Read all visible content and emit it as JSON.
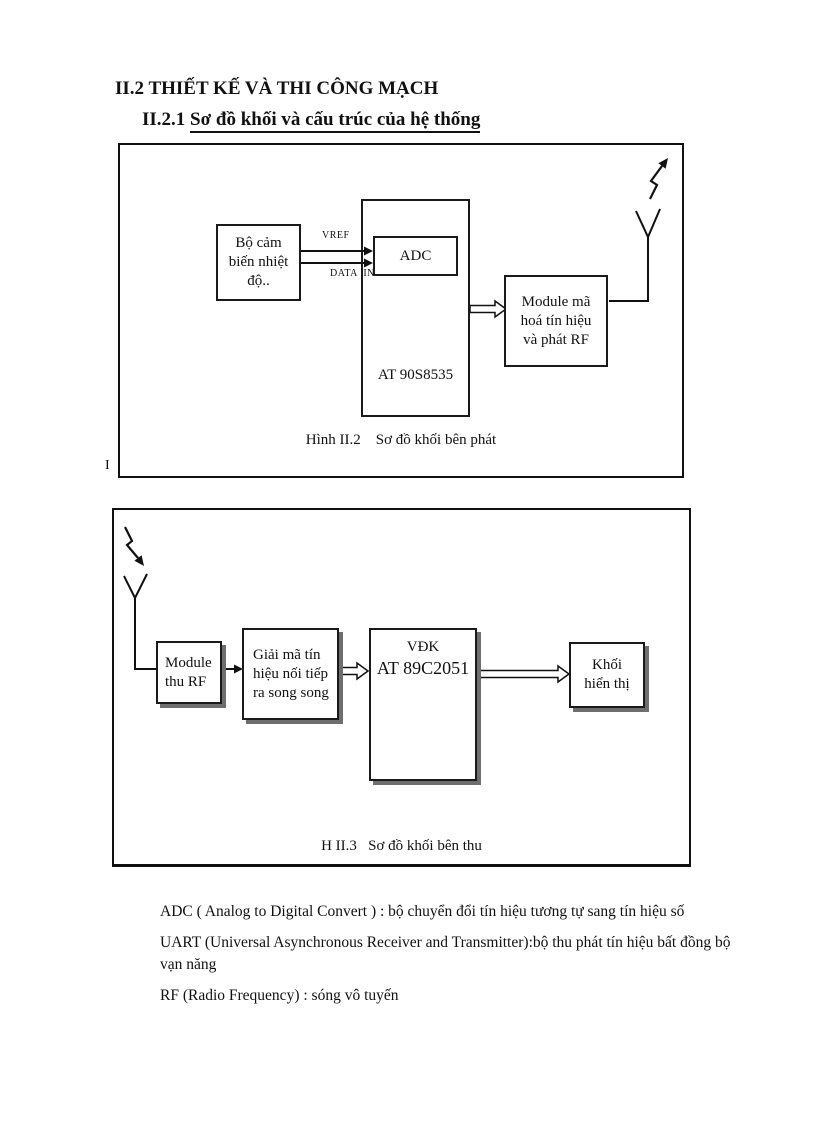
{
  "page": {
    "title": "II.2 THIẾT KẾ VÀ THI CÔNG MẠCH",
    "subtitle_number": "II.2.1 ",
    "subtitle_text": "Sơ đồ khối và cấu trúc của hệ thống",
    "stray_character": "I"
  },
  "transmitter_diagram": {
    "sensor_box": {
      "lines": [
        "Bộ cảm",
        "biến nhiệt",
        "độ.."
      ]
    },
    "vref_label": "VREF",
    "data_in_label": "DATA  IN",
    "adc_box": {
      "label": "ADC"
    },
    "mcu_box": {
      "label": "AT 90S8535"
    },
    "rf_module_box": {
      "lines": [
        "Module mã",
        "hoá tín hiệu",
        "và phát RF"
      ]
    },
    "caption": "Hình II.2    Sơ đồ khối bên phát"
  },
  "receiver_diagram": {
    "rx_module_box": {
      "lines": [
        "Module",
        "thu RF"
      ]
    },
    "decoder_box": {
      "lines": [
        "Giải mã tín",
        "hiệu nối tiếp",
        "ra song song"
      ]
    },
    "mcu_box": {
      "line1": "VĐK",
      "line2": "AT 89C2051"
    },
    "display_box": {
      "lines": [
        "Khối",
        "hiển thị"
      ]
    },
    "caption": "H II.3   Sơ đồ khối bên thu"
  },
  "glossary": {
    "items": [
      "ADC ( Analog to Digital Convert ) : bộ chuyển đổi tín hiệu tương tự sang tín hiệu số",
      "UART (Universal Asynchronous Receiver and Transmitter):bộ thu phát tín hiệu bất đồng bộ vạn năng",
      "RF (Radio Frequency) : sóng vô tuyến"
    ]
  }
}
